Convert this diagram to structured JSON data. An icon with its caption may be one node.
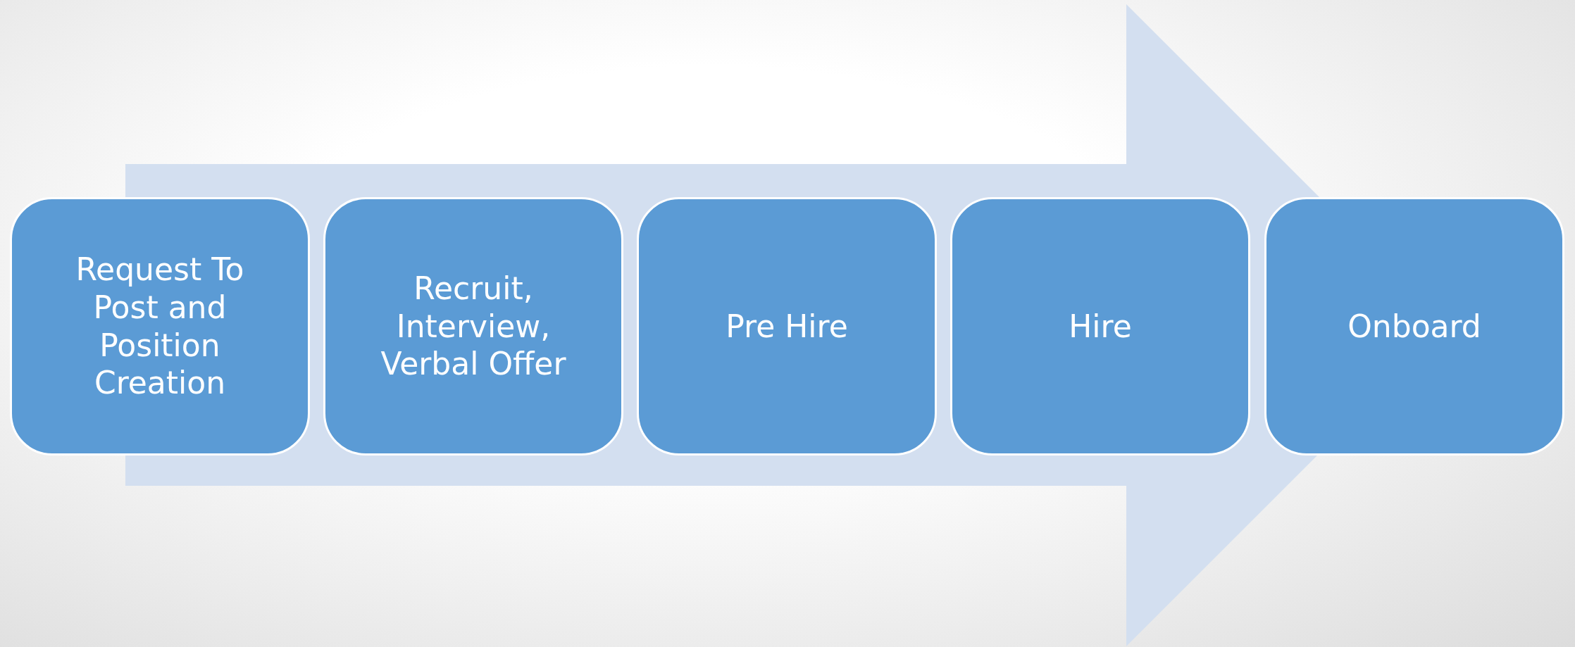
{
  "diagram": {
    "nodes": [
      {
        "text": [
          "Request To Post and Position Creation"
        ]
      },
      {
        "text": [
          "Recruit, Interview, Verbal Offer"
        ]
      },
      {
        "text": [
          "Pre Hire"
        ]
      },
      {
        "text": [
          "Hire"
        ]
      },
      {
        "text": [
          "Onboard"
        ]
      }
    ],
    "edges": [
      {
        "from": 0,
        "to": 4,
        "arrow": "to"
      }
    ]
  }
}
